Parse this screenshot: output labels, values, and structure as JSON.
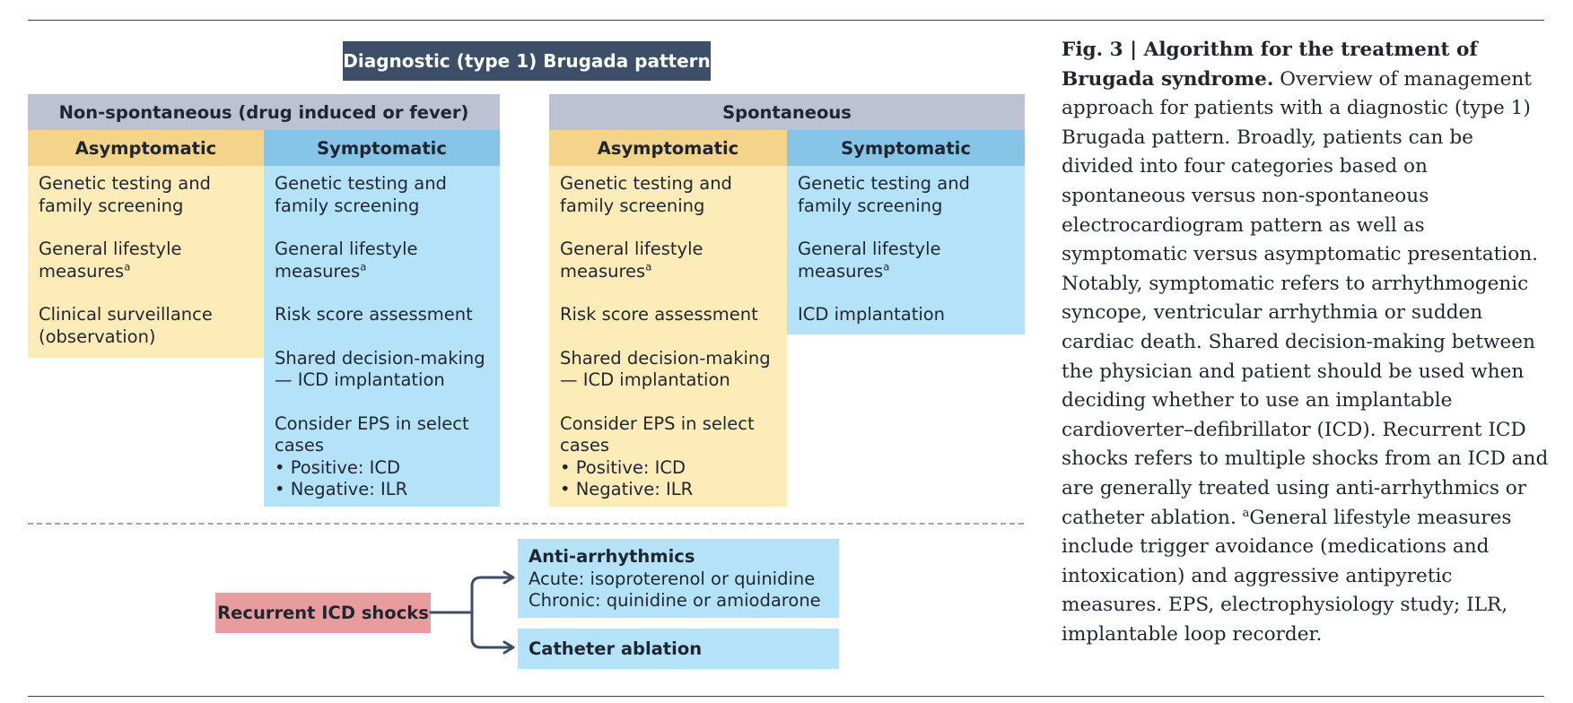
{
  "diagram": {
    "title": "Diagnostic (type 1) Brugada pattern",
    "groups": [
      {
        "label": "Non-spontaneous (drug induced or fever)",
        "columns": [
          {
            "label": "Asymptomatic",
            "items": [
              "Genetic testing and family screening",
              "General lifestyle measures",
              "Clinical surveillance (observation)"
            ]
          },
          {
            "label": "Symptomatic",
            "items": [
              "Genetic testing and family screening",
              "General lifestyle measures",
              "Risk score assessment",
              "Shared decision-making — ICD implantation",
              "Consider EPS in select cases"
            ],
            "bullets": [
              "Positive: ICD",
              "Negative: ILR"
            ]
          }
        ]
      },
      {
        "label": "Spontaneous",
        "columns": [
          {
            "label": "Asymptomatic",
            "items": [
              "Genetic testing and family screening",
              "General lifestyle measures",
              "Risk score assessment",
              "Shared decision-making — ICD implantation",
              "Consider EPS in select cases"
            ],
            "bullets": [
              "Positive: ICD",
              "Negative: ILR"
            ]
          },
          {
            "label": "Symptomatic",
            "items": [
              "Genetic testing and family screening",
              "General lifestyle measures",
              "ICD implantation"
            ]
          }
        ]
      }
    ],
    "footnote_mark": "a",
    "recurrent": {
      "label": "Recurrent ICD shocks",
      "anti": {
        "title": "Anti-arrhythmics",
        "acute": "Acute: isoproterenol or quinidine",
        "chronic": "Chronic: quinidine or amiodarone"
      },
      "ablation": "Catheter ablation"
    },
    "colors": {
      "title_bg": "#3d4e68",
      "group_bg": "#bcc2d2",
      "asym_head": "#f3d48a",
      "asym_body": "#fdebb8",
      "sym_head": "#86c4e8",
      "sym_body": "#b4e3f9",
      "recurrent_bg": "#e89c9e",
      "arrow": "#3d4e68"
    }
  },
  "caption": {
    "label": "Fig. 3 | Algorithm for the treatment of Brugada syndrome.",
    "text1": " Overview of management approach for patients with a diagnostic (type 1) Brugada pattern. Broadly, patients can be divided into four categories based on spontaneous versus non-spontaneous electrocardiogram pattern as well as symptomatic versus asymptomatic presentation. Notably, symptomatic refers to arrhythmogenic syncope, ventricular arrhythmia or sudden cardiac death. Shared decision-making between the physician and patient should be used when deciding whether to use an implantable cardioverter–defibrillator (ICD). Recurrent ICD shocks refers to multiple shocks from an ICD and are generally treated using anti-arrhythmics or catheter ablation. ",
    "mark": "a",
    "text2": "General lifestyle measures include trigger avoidance (medications and intoxication) and aggressive antipyretic measures. EPS, electrophysiology study; ILR, implantable loop recorder."
  }
}
